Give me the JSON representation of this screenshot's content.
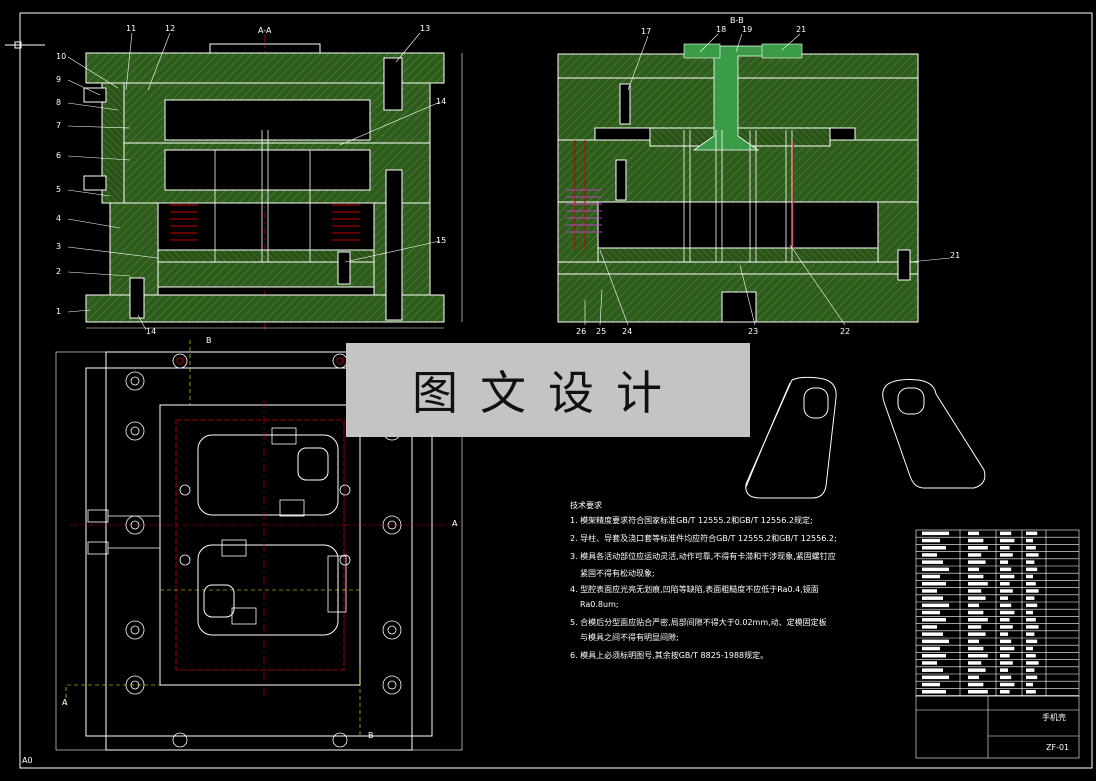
{
  "section_labels": {
    "aa": "A-A",
    "bb": "B-B"
  },
  "view_marks": {
    "a": "A",
    "b": "B"
  },
  "left_callouts": [
    "10",
    "9",
    "8",
    "7",
    "6",
    "5",
    "4",
    "3",
    "2",
    "1"
  ],
  "top_callouts": [
    "11",
    "12",
    "13",
    "14",
    "15",
    "14"
  ],
  "right_callouts": [
    "17",
    "18",
    "19",
    "21",
    "21",
    "26",
    "25",
    "24",
    "23",
    "22"
  ],
  "notes": {
    "heading": "技术要求",
    "lines": [
      "1. 模架精度要求符合国家标准GB/T 12555.2和GB/T 12556.2规定;",
      "2. 导柱、导套及浇口套等标准件均应符合GB/T 12555.2和GB/T 12556.2;",
      "3. 模具各活动部位应运动灵活,动作可靠,不得有卡滞和干涉现象,紧固螺钉应",
      "紧固不得有松动现象;",
      "4. 型腔表面应光亮无划痕,凹陷等缺陷,表面粗糙度不应低于Ra0.4,镜面",
      "Ra0.8um;",
      "5. 合模后分型面应贴合严密,局部间隙不得大于0.02mm,动、定模固定板",
      "与模具之间不得有明显间隙;",
      "6. 模具上必须标明图号,其余按GB/T 8825-1988规定。"
    ]
  },
  "title_block": {
    "part": "手机壳",
    "drawing_no": "ZF-01"
  },
  "sheet": "A0",
  "watermark": "图文设计"
}
